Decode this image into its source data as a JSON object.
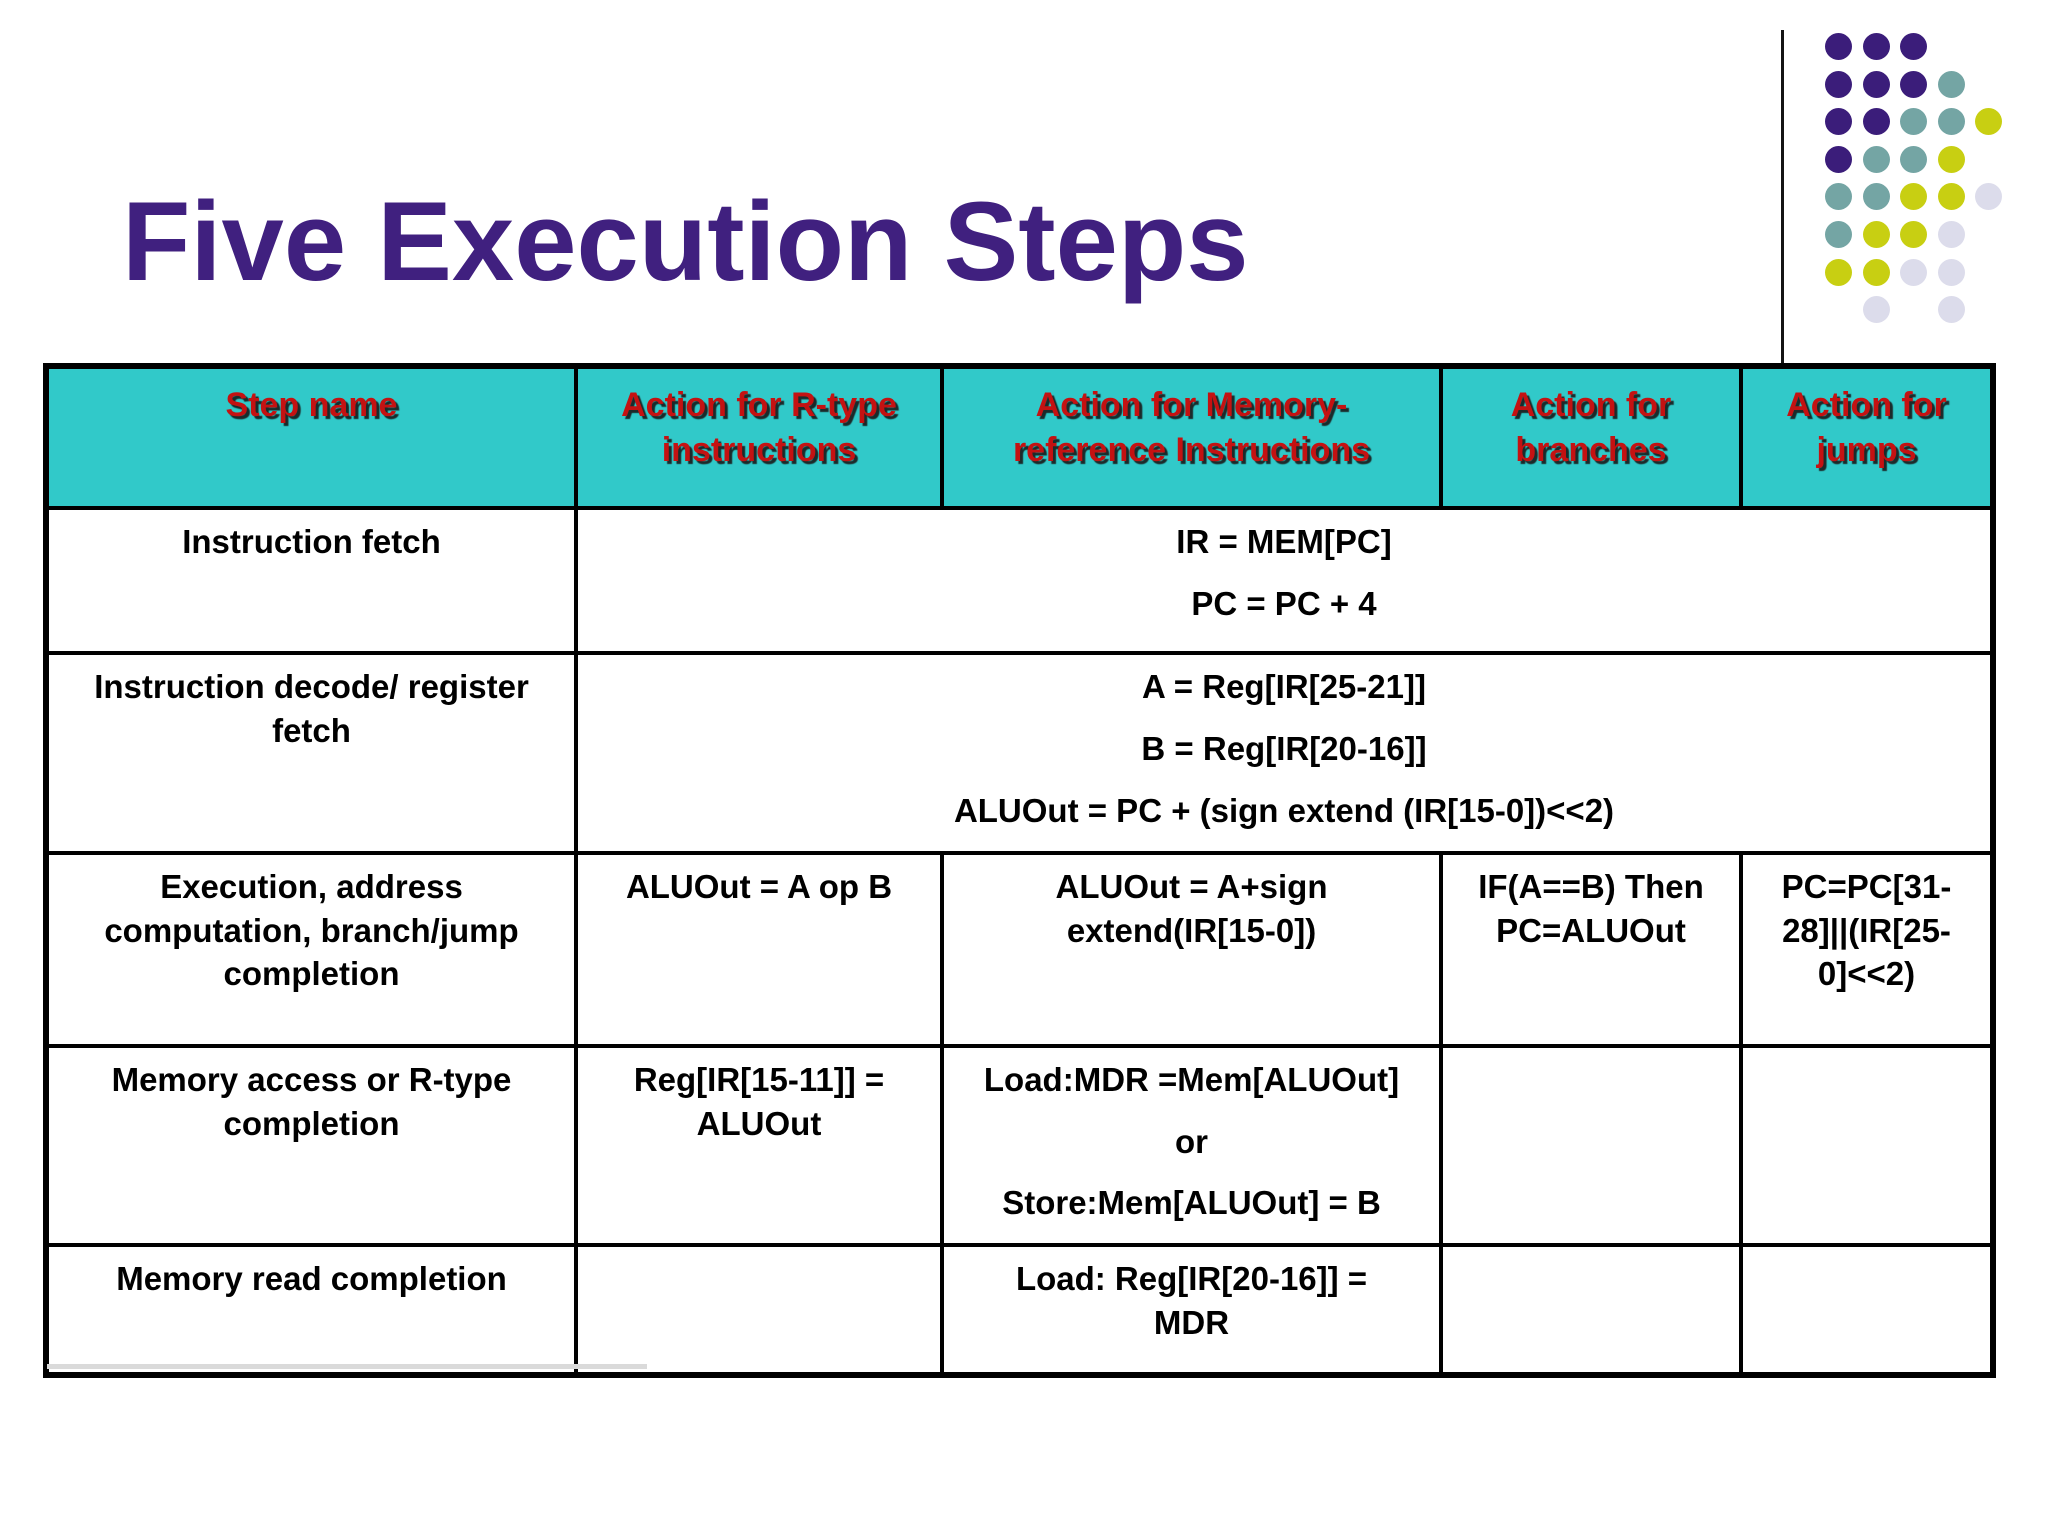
{
  "slide": {
    "title": "Five Execution Steps"
  },
  "colors": {
    "title": "#40207f",
    "header_bg": "#31c9c9",
    "header_text": "#c41212",
    "border": "#000000",
    "body_text": "#000000",
    "dot_purple": "#3b1d7a",
    "dot_teal": "#74a5a4",
    "dot_yellow": "#c8cf12",
    "dot_lavender": "#dcdceb"
  },
  "decoration": {
    "dot_grid": [
      [
        "purple",
        "purple",
        "purple",
        null,
        null
      ],
      [
        "purple",
        "purple",
        "purple",
        "teal",
        null
      ],
      [
        "purple",
        "purple",
        "teal",
        "teal",
        "yellow"
      ],
      [
        "purple",
        "teal",
        "teal",
        "yellow",
        null
      ],
      [
        "teal",
        "teal",
        "yellow",
        "yellow",
        "lavender"
      ],
      [
        "teal",
        "yellow",
        "yellow",
        "lavender",
        null
      ],
      [
        "yellow",
        "yellow",
        "lavender",
        "lavender",
        null
      ],
      [
        null,
        "lavender",
        null,
        "lavender",
        null
      ]
    ]
  },
  "table": {
    "header": [
      {
        "lines": [
          "Step name"
        ]
      },
      {
        "lines": [
          "Action for R-type",
          "instructions"
        ]
      },
      {
        "lines": [
          "Action for Memory-",
          "reference Instructions"
        ]
      },
      {
        "lines": [
          "Action for",
          "branches"
        ]
      },
      {
        "lines": [
          "Action for",
          "jumps"
        ]
      }
    ],
    "rows": [
      {
        "step": {
          "lines": [
            "Instruction fetch"
          ]
        },
        "merged": {
          "lines": [
            "IR = MEM[PC]",
            "PC = PC + 4"
          ]
        }
      },
      {
        "step": {
          "lines": [
            "Instruction decode/ register",
            "fetch"
          ]
        },
        "merged": {
          "lines": [
            "A = Reg[IR[25-21]]",
            "B = Reg[IR[20-16]]",
            "ALUOut =  PC + (sign extend (IR[15-0])<<2)"
          ]
        }
      },
      {
        "step": {
          "lines": [
            "Execution, address",
            "computation, branch/jump",
            "completion"
          ]
        },
        "rtype": {
          "lines": [
            "ALUOut = A op B"
          ]
        },
        "memref": {
          "lines": [
            "ALUOut = A+sign",
            "extend(IR[15-0])"
          ]
        },
        "branch": {
          "lines": [
            "IF(A==B) Then",
            "PC=ALUOut"
          ]
        },
        "jump": {
          "lines": [
            "PC=PC[31-",
            "28]||(IR[25-",
            "0]<<2)"
          ]
        }
      },
      {
        "step": {
          "lines": [
            "Memory access or R-type",
            "completion"
          ]
        },
        "rtype": {
          "lines": [
            "Reg[IR[15-11]] =",
            "ALUOut"
          ]
        },
        "memref": {
          "lines": [
            "Load:MDR =Mem[ALUOut]",
            "or",
            "Store:Mem[ALUOut] = B"
          ]
        },
        "branch": {
          "lines": []
        },
        "jump": {
          "lines": []
        }
      },
      {
        "step": {
          "lines": [
            "Memory read completion"
          ]
        },
        "rtype": {
          "lines": []
        },
        "memref": {
          "lines": [
            "Load: Reg[IR[20-16]] =",
            "MDR"
          ]
        },
        "branch": {
          "lines": []
        },
        "jump": {
          "lines": []
        }
      }
    ]
  }
}
